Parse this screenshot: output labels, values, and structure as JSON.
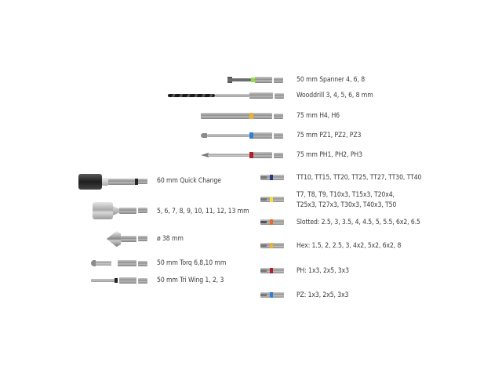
{
  "colors": {
    "background": "#ffffff",
    "text": "#3b3b3b",
    "band_green": "#8ee13a",
    "band_orange_yellow": "#f0b12e",
    "band_blue": "#2f7fd6",
    "band_red": "#b1202a",
    "band_navy": "#233a8c",
    "band_yellow": "#f4e03a",
    "band_orange": "#ea6a2a"
  },
  "left_column": [
    {
      "label": "60 mm Quick Change",
      "icon": "quick-change-holder"
    },
    {
      "label": "5, 6, 7, 8, 9, 10, 11, 12, 13 mm",
      "icon": "nut-setter"
    },
    {
      "label": "ø 38 mm",
      "icon": "countersink-bit"
    },
    {
      "label": "50 mm Torq 6,8,10 mm",
      "icon": "torq-bit"
    },
    {
      "label": "50 mm Tri Wing 1, 2, 3",
      "icon": "tri-wing-bit"
    }
  ],
  "top_column": [
    {
      "label": "50 mm Spanner 4, 6, 8",
      "icon": "spanner-bit",
      "band": "#8ee13a"
    },
    {
      "label": "Wooddrill 3, 4, 5, 6, 8 mm",
      "icon": "wood-drill-bit"
    },
    {
      "label": "75 mm H4, H6",
      "icon": "hex-bit-long",
      "band": "#f0b12e"
    },
    {
      "label": "75 mm PZ1, PZ2, PZ3",
      "icon": "pozidriv-bit-long",
      "band": "#2f7fd6"
    },
    {
      "label": "75 mm PH1, PH2, PH3",
      "icon": "phillips-bit-long",
      "band": "#b1202a"
    }
  ],
  "right_column": [
    {
      "label": "TT10, TT15, TT20, TT25, TT27, TT30, TT40",
      "icon": "tamper-torx-bit",
      "band": "#233a8c"
    },
    {
      "label_line1": "T7, T8, T9, T10x3, T15x3, T20x4,",
      "label_line2": "T25x3, T27x3, T30x3, T40x3, T50",
      "icon": "torx-bit",
      "band": "#f4e03a"
    },
    {
      "label": "Slotted: 2.5, 3, 3.5, 4, 4.5, 5, 5.5, 6x2, 6.5",
      "icon": "slotted-bit",
      "band": "#ea6a2a"
    },
    {
      "label": "Hex: 1.5, 2, 2.5, 3, 4x2, 5x2, 6x2, 8",
      "icon": "hex-bit",
      "band": "#f0b12e"
    },
    {
      "label": "PH: 1x3, 2x5, 3x3",
      "icon": "phillips-bit",
      "band": "#b1202a"
    },
    {
      "label": "PZ: 1x3, 2x5, 3x3",
      "icon": "pozidriv-bit",
      "band": "#2f7fd6"
    }
  ]
}
